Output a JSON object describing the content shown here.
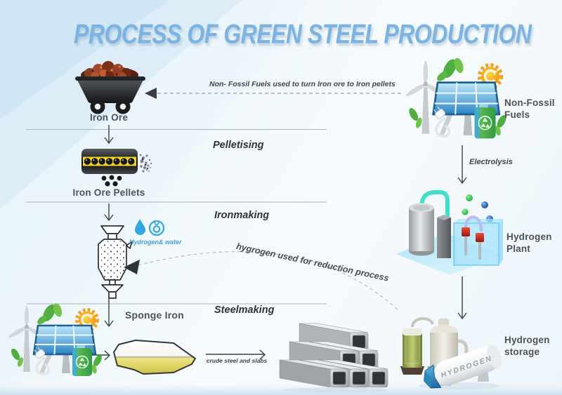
{
  "title": "PROCESS OF GREEN STEEL PRODUCTION",
  "left_flow": {
    "iron_ore": "Iron Ore",
    "iron_ore_pellets": "Iron Ore Pellets",
    "sponge_iron": "Sponge Iron"
  },
  "stages": {
    "pelletising": "Pelletising",
    "ironmaking": "Ironmaking",
    "steelmaking": "Steelmaking"
  },
  "right_flow": {
    "non_fossil_fuels": "Non-Fossil Fuels",
    "electrolysis": "Electrolysis",
    "hydrogen_plant": "Hydrogen Plant",
    "hydrogen_storage": "Hydrogen storage",
    "tank_text": "HYDROGEN"
  },
  "annotations": {
    "non_fossil_to_pellets": "Non- Fossil Fuels used to turn Iron ore to Iron pellets",
    "hydrogen_water": "Hydrogen& water",
    "reduction": "hygrogen used for reduction process",
    "crude_steel": "crude steel and slabs"
  },
  "colors": {
    "title_blue": "#7cb3e0",
    "label_gray": "#4e5254",
    "water_blue": "#2fa8e0",
    "sun_orange": "#f6a01a",
    "leaf_green": "#4eae3f",
    "pellet_band_yellow": "#f4d321",
    "tank_blue": "#6fd0f2"
  }
}
